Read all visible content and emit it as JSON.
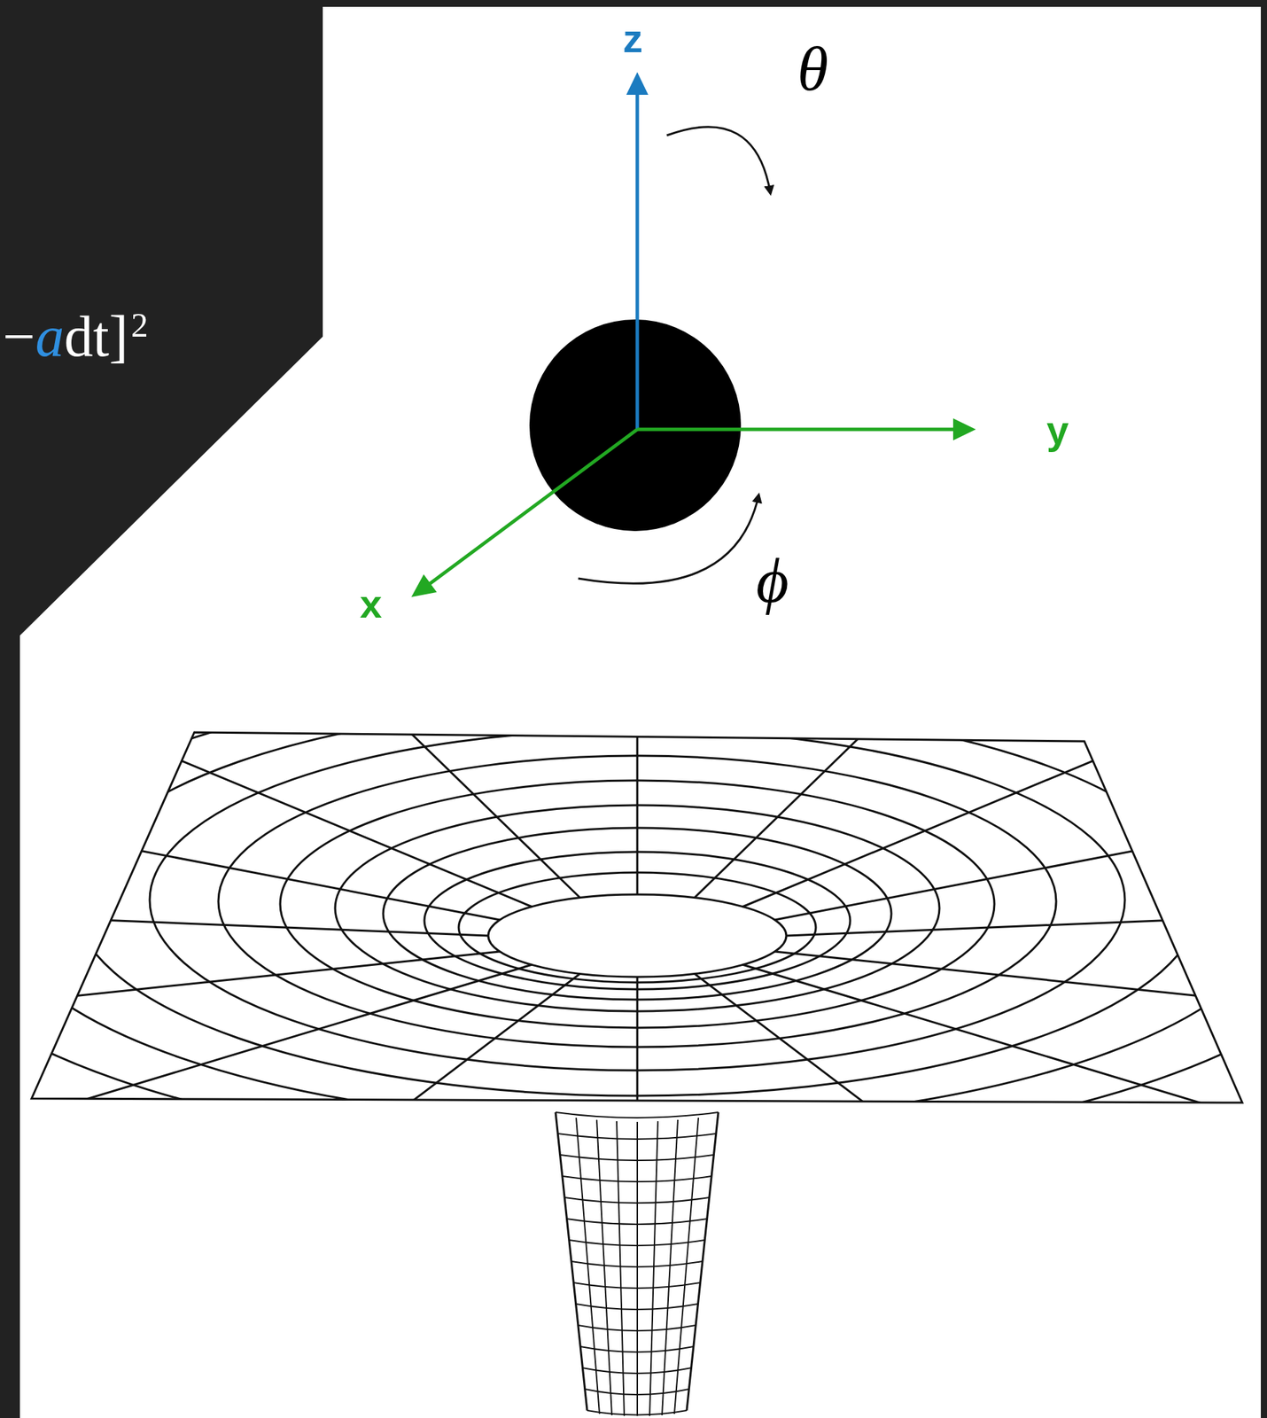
{
  "diagram": {
    "labels": [
      "z",
      "θ",
      "y",
      "x",
      "ϕ",
      "−",
      "a",
      "dt]",
      "2"
    ]
  }
}
